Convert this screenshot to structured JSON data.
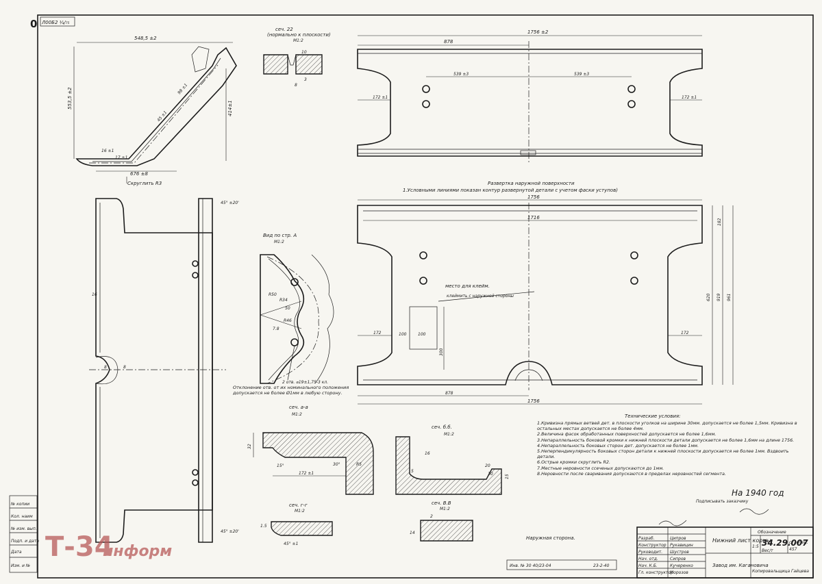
{
  "doc_number": "Л00Б2 ¼/₇₅",
  "sheet_number": "0",
  "title": "Нижний лист кормы.",
  "drawing_number": "34.29.007",
  "sheet_label": "ст. спец.",
  "weight_label": "Вес/т",
  "weight_value": "457",
  "scale": "1:5",
  "stamp_label": "Обозначение",
  "factory": "Завод им. Кагановича",
  "approval_date": "На 1940 год",
  "approval_note": "Подписывать заказчику",
  "watermark_main": "Т-34",
  "watermark_sub": "информ",
  "top_view": {
    "dims": [
      "548,5 ±2",
      "553,5 ±2",
      "676 ±8",
      "414±1",
      "98 ±1",
      "45 ±1",
      "16 ±1",
      "17 ±1",
      "Скруглить R3"
    ]
  },
  "section_22": {
    "title": "сеч. 22",
    "subtitle": "(нормально к плоскости)",
    "scale": "М1:2",
    "dims": [
      "10",
      "3",
      "8"
    ]
  },
  "top_plan": {
    "dims": [
      "1756 ±2",
      "878",
      "539 ±3",
      "539 ±3",
      "172 ±1",
      "172 ±1"
    ]
  },
  "development": {
    "title": "Развертка наружной поверхности",
    "note": "1.Условными линиями показан контур развернутой детали с учетом фаски уступов)",
    "dims": [
      "1756",
      "1716",
      "878",
      "172",
      "172",
      "100",
      "100",
      "300",
      "620",
      "919",
      "961",
      "182",
      "1756"
    ],
    "glue_label": "место для клейм.",
    "glue_note": "клеймить с наружной стороны"
  },
  "view_a": {
    "title": "Вид по стр. А",
    "scale": "М1:2",
    "dims": [
      "R50",
      "R34",
      "R46",
      "7.8",
      "50"
    ],
    "holes": "2 отв. ⌀19±1,75-3 кл.",
    "note": "Отклонение отв. от их номинального положения допускается не более Ø1мм в любую сторону."
  },
  "side_view": {
    "dims": [
      "45° ±20'",
      "45° ±20'",
      "16",
      "8",
      "8"
    ]
  },
  "section_aa": {
    "title": "сеч. а-а",
    "scale": "М1:2",
    "dims": [
      "32",
      "172 ±1",
      "15°",
      "30°",
      "R5"
    ]
  },
  "section_bb": {
    "title": "сеч. б.б.",
    "scale": "М1:2",
    "dims": [
      "16",
      "5",
      "20",
      "10",
      "15"
    ]
  },
  "section_gg": {
    "title": "сеч. г-г",
    "scale": "М1:2",
    "dims": [
      "1.5",
      "45° ±1"
    ]
  },
  "section_vv": {
    "title": "сеч. В.В",
    "scale": "М1:2",
    "dims": [
      "14",
      "2"
    ]
  },
  "outer_side_label": "Наружная сторона.",
  "tech_title": "Технические условия:",
  "tech_conditions": [
    "1.Кривизна прямых ветвей дет. в плоскости уголков на ширине 30мм. допускается не более 1,5мм. Кривизна в остальных местах допускается не более 4мм.",
    "2.Величина фасок обработанных поверхностей допускается не более 1,6мм.",
    "3.Непараллельность боковой кромки к нижней плоскости детали допускается не более 1,6мм на длине 1756.",
    "4.Непараллельность боковых сторон дет. допускается не более 1мм.",
    "5.Неперпендикулярность боковых сторон детали к нижней плоскости допускается не более 1мм. Вздвоить детали.",
    "6.Острые кромки скруглить R2.",
    "7.Местные неровности ссеченых допускаются до 1мм.",
    "8.Неровности после сваривания допускаются в пределах неровностей сегмента."
  ],
  "left_column": [
    "№ копии",
    "Кол. наим",
    "№ изм. вып.",
    "Подп. и дата",
    "Дата",
    "Изм. и №"
  ],
  "title_block": {
    "roles": [
      "Разраб.",
      "Конструктор",
      "Руководит.",
      "Нач. отд.",
      "Нач. К.Б.",
      "Гл. конструктор"
    ],
    "signatures": [
      "Ципров",
      "Рукавицин",
      "Шустров",
      "Сипров",
      "Кучеренко",
      "Морозов"
    ],
    "bottom_stamp": "Инв. № 30 40/23-04",
    "bottom_date": "23-2-40",
    "bottom_right": "Копировальщица Гайцева"
  }
}
